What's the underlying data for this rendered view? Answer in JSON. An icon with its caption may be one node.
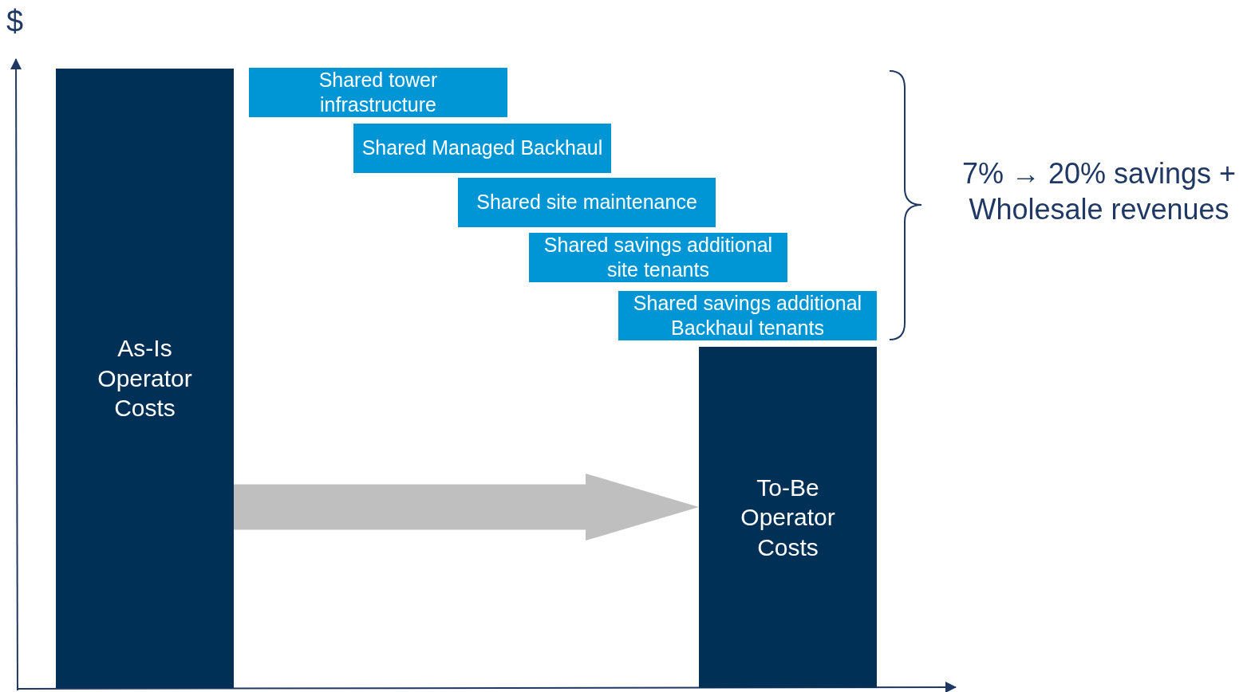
{
  "diagram": {
    "nodes": [
      {
        "text": [
          "As-Is Operator Costs"
        ]
      },
      {
        "text": [
          "Shared tower infrastructure"
        ]
      },
      {
        "text": [
          "Shared Managed Backhaul"
        ]
      },
      {
        "text": [
          "Shared site maintenance"
        ]
      },
      {
        "text": [
          "Shared savings additional site tenants"
        ]
      },
      {
        "text": [
          "Shared savings additional Backhaul tenants"
        ]
      },
      {
        "text": [
          "To-Be Operator Costs"
        ]
      }
    ],
    "edges": [
      {
        "from": 0,
        "to": 6,
        "arrow": "to"
      }
    ],
    "labels": [
      "$",
      "7% → 20% savings + Wholesale revenues"
    ]
  }
}
